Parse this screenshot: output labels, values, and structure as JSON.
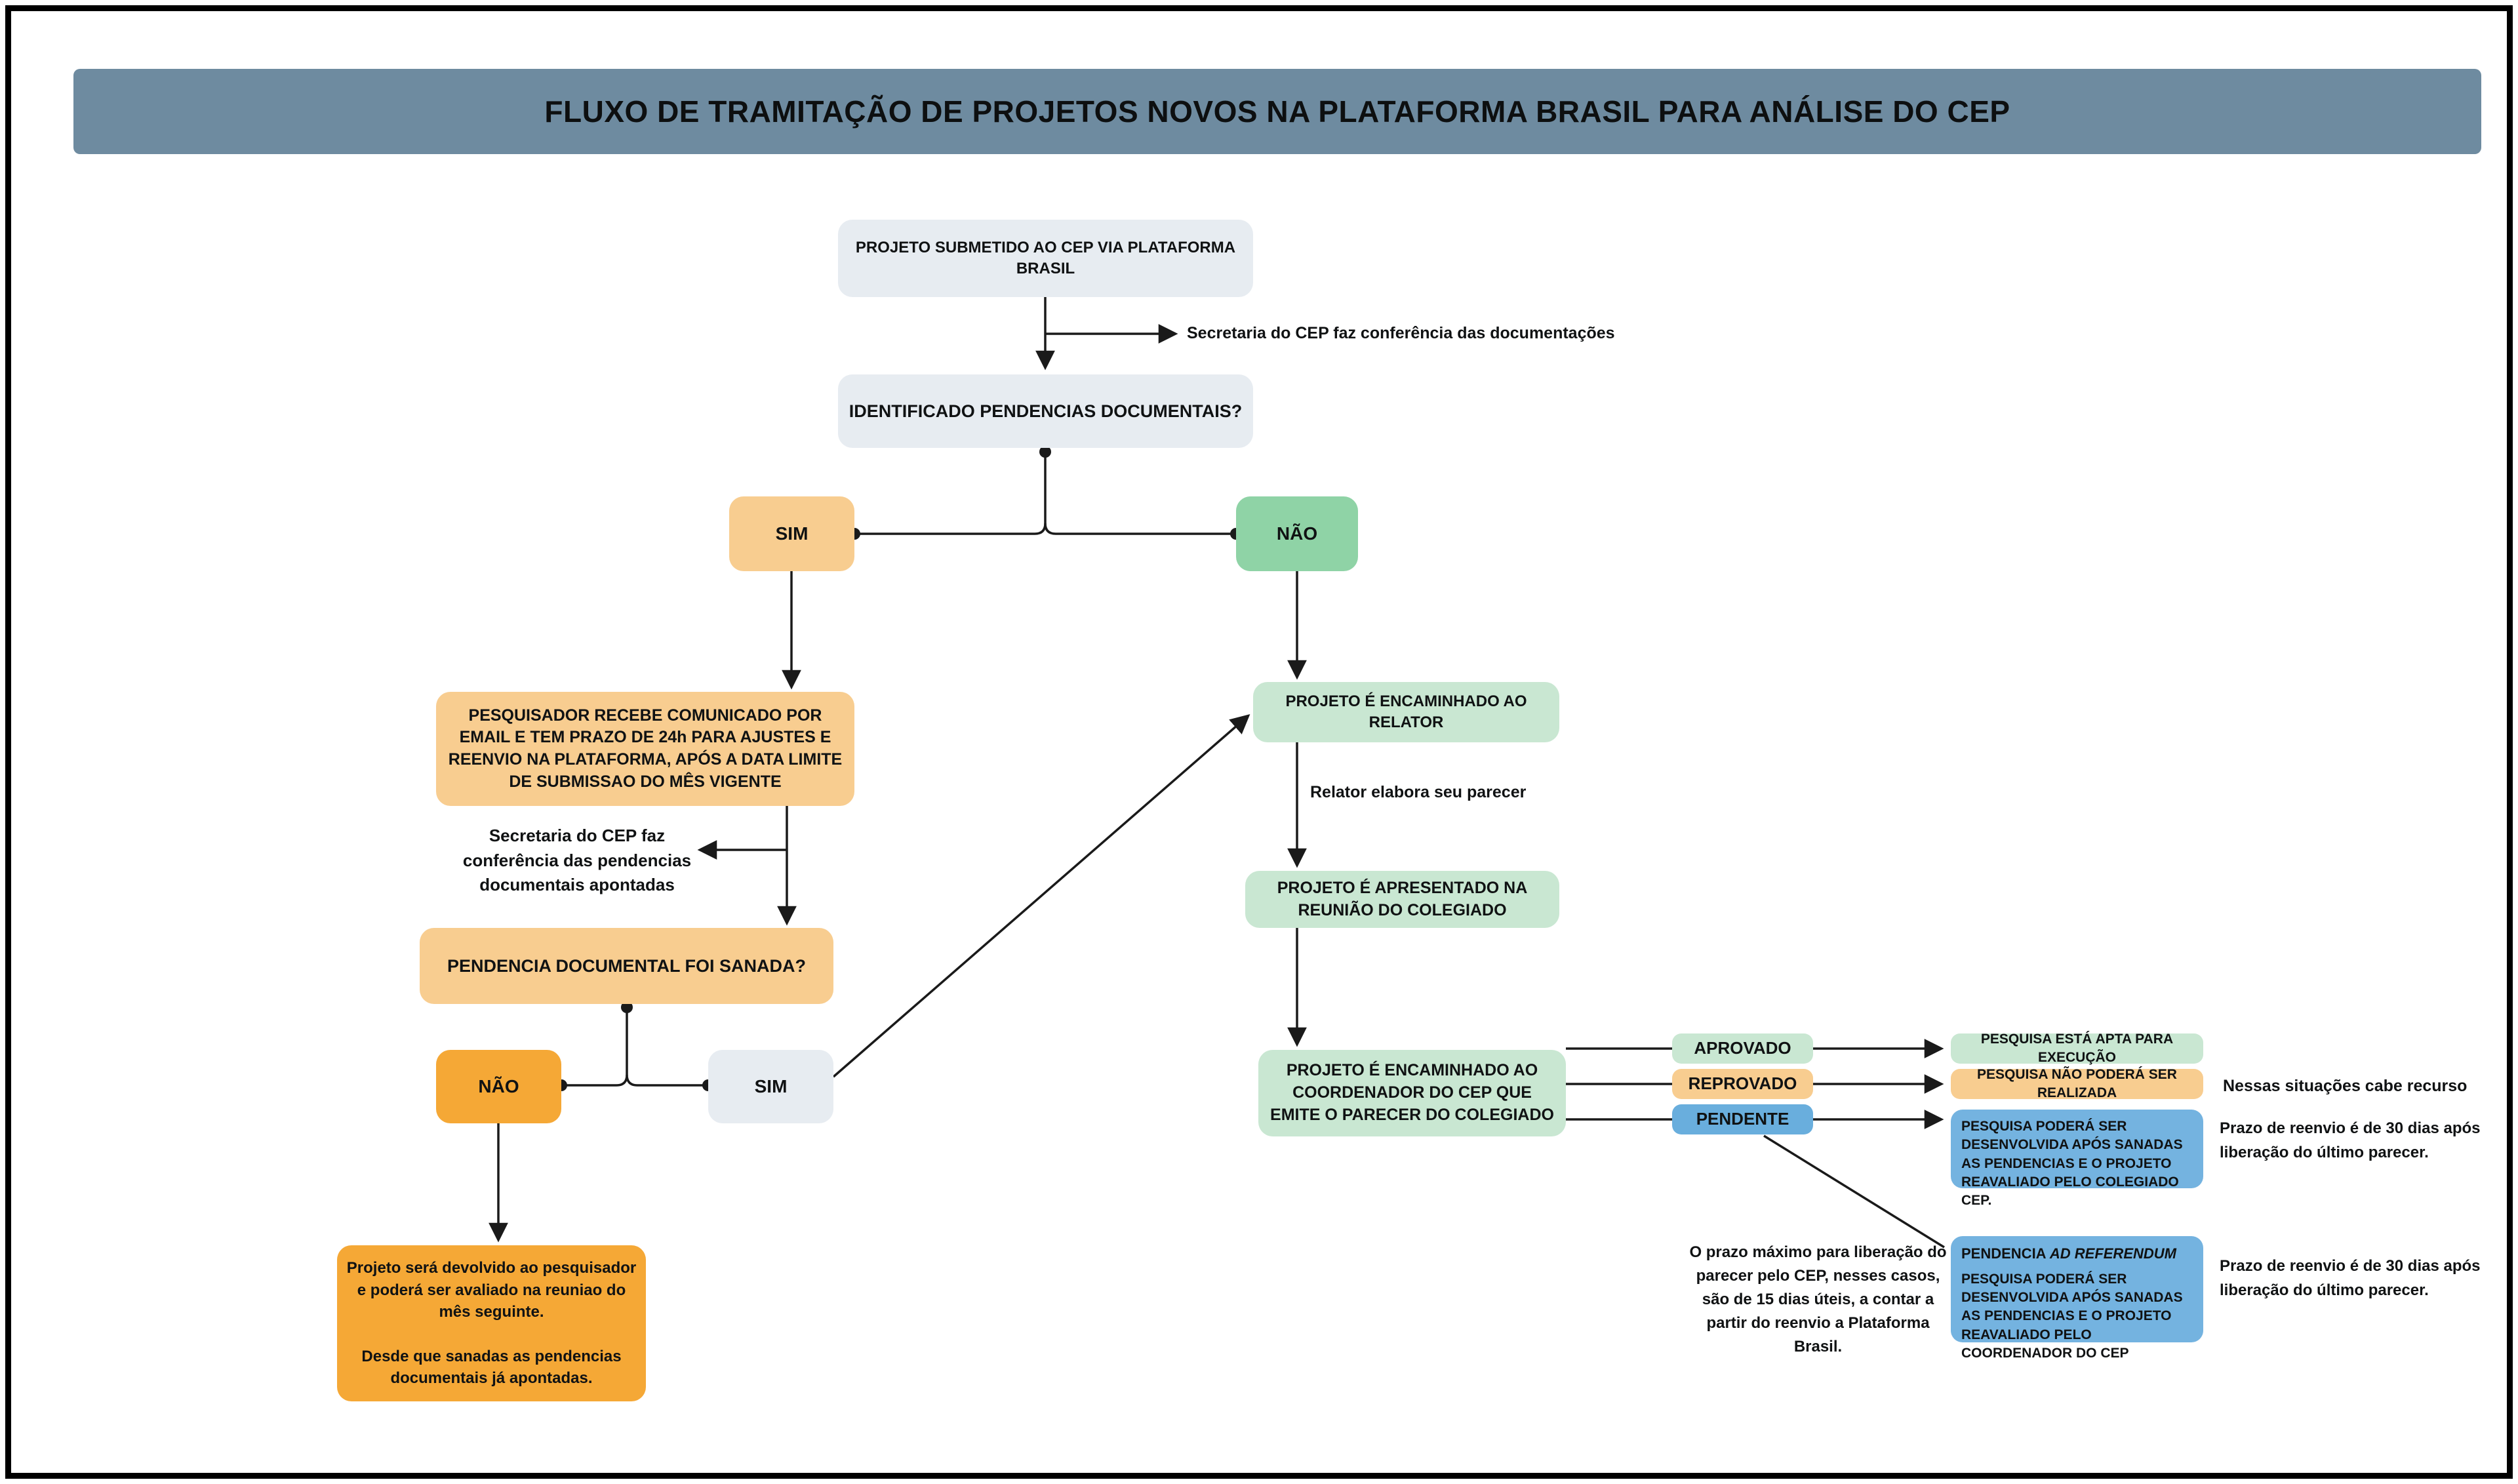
{
  "title": "FLUXO DE TRAMITAÇÃO DE PROJETOS NOVOS NA PLATAFORMA BRASIL PARA ANÁLISE DO CEP",
  "colors": {
    "header": "#6e8ba0",
    "box_gray": "#e7ecf1",
    "box_peach": "#f8cd90",
    "box_green_dark": "#8fd3a6",
    "box_green_light": "#c9e7d2",
    "box_orange": "#f5a836",
    "box_blue": "#74b3e0",
    "line": "#1a1a1a"
  },
  "nodes": {
    "submitted": "PROJETO SUBMETIDO AO CEP VIA PLATAFORMA BRASIL",
    "identified": "IDENTIFICADO PENDENCIAS DOCUMENTAIS?",
    "sim_top": "SIM",
    "nao_top": "NÃO",
    "pesquisador": "PESQUISADOR RECEBE COMUNICADO POR EMAIL E TEM PRAZO DE 24h PARA AJUSTES E REENVIO NA PLATAFORMA, APÓS A DATA LIMITE DE SUBMISSAO DO MÊS VIGENTE",
    "pendencia_sanada": "PENDENCIA DOCUMENTAL FOI SANADA?",
    "nao_bottom": "NÃO",
    "sim_bottom": "SIM",
    "devolvido": "Projeto será devolvido ao pesquisador e poderá ser avaliado na reuniao do mês seguinte.\n\nDesde que sanadas as pendencias documentais já apontadas.",
    "relator": "PROJETO É ENCAMINHADO AO RELATOR",
    "apresentado": "PROJETO É APRESENTADO NA REUNIÃO DO COLEGIADO",
    "coordenador": "PROJETO É ENCAMINHADO AO COORDENADOR DO CEP QUE EMITE O PARECER DO COLEGIADO",
    "aprovado": "APROVADO",
    "reprovado": "REPROVADO",
    "pendente": "PENDENTE",
    "apta": "PESQUISA ESTÁ APTA PARA EXECUÇÃO",
    "nao_realizada": "PESQUISA NÃO PODERÁ SER REALIZADA",
    "desenvolvida_colegiado": "PESQUISA PODERÁ SER DESENVOLVIDA APÓS SANADAS AS PENDENCIAS E O PROJETO REAVALIADO PELO COLEGIADO CEP.",
    "ad_referendum_prefix": "PENDENCIA ",
    "ad_referendum_italic": "AD REFERENDUM",
    "desenvolvida_coordenador": "PESQUISA PODERÁ SER DESENVOLVIDA APÓS SANADAS AS PENDENCIAS E O PROJETO REAVALIADO PELO COORDENADOR DO CEP"
  },
  "annotations": {
    "conferencia_documentacoes": "Secretaria do CEP faz conferência das documentações",
    "conferencia_pendencias": "Secretaria do CEP faz\nconferência das pendencias\ndocumentais apontadas",
    "relator_parecer": "Relator elabora seu parecer",
    "cabe_recurso": "Nessas situações cabe recurso",
    "prazo_30_colegiado": "Prazo de reenvio é de 30 dias após\nliberação do último parecer.",
    "prazo_15": "O prazo máximo para liberação do\nparecer pelo CEP, nesses casos,\nsão de 15 dias úteis, a contar a\npartir do reenvio a Plataforma\nBrasil.",
    "prazo_30_coordenador": "Prazo de reenvio é de 30 dias após\nliberação do último parecer."
  }
}
